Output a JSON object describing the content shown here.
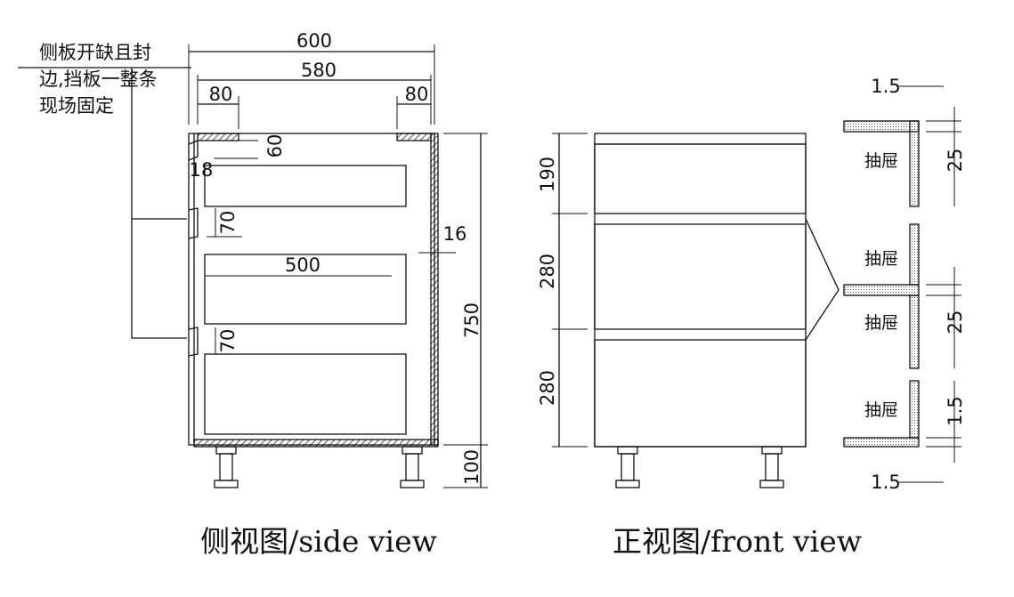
{
  "note_lines": [
    "侧板开缺且封",
    "边,挡板一整条",
    "现场固定"
  ],
  "side": {
    "dims": {
      "width_total": "600",
      "width_inner": "580",
      "left_80": "80",
      "right_80": "80",
      "top_60": "60",
      "side_18": "18",
      "gap_70_upper": "70",
      "gap_70_lower": "70",
      "drawer_depth": "500",
      "back_16": "16",
      "height": "750",
      "leg": "100"
    },
    "caption": "侧视图/side view"
  },
  "front": {
    "dims": {
      "h190": "190",
      "h280_upper": "280",
      "h280_lower": "280",
      "t_top": "1.5",
      "t_bottom": "1.5",
      "gap_25_upper": "25",
      "gap_25_lower": "25",
      "gap_1_5_side": "1.5"
    },
    "drawer_labels": [
      "抽屉",
      "抽屉",
      "抽屉",
      "抽屉"
    ],
    "caption": "正视图/front view"
  }
}
